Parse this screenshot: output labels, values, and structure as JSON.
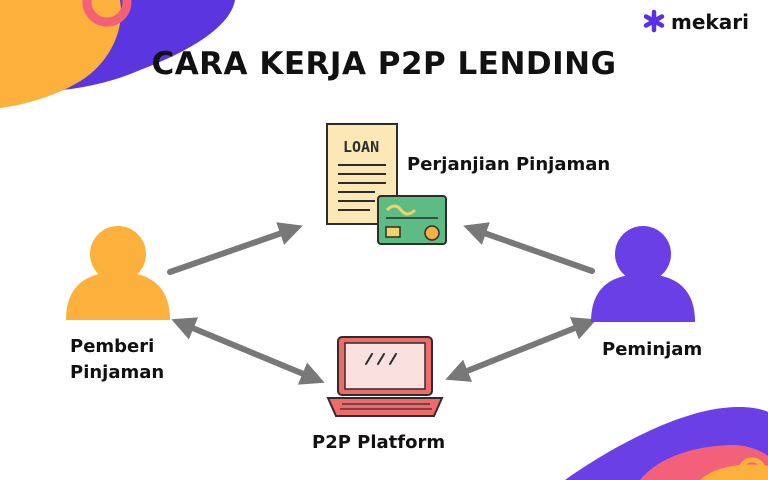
{
  "title": "CARA KERJA P2P LENDING",
  "brand": {
    "name": "mekari",
    "icon": "asterisk-icon",
    "color": "#5b2ee8"
  },
  "nodes": {
    "agreement": {
      "label": "Perjanjian Pinjaman",
      "doc_text": "LOAN",
      "icon": "loan-document-icon"
    },
    "lender": {
      "label_line1": "Pemberi",
      "label_line2": "Pinjaman",
      "icon": "person-icon",
      "color": "#fbb13c"
    },
    "borrower": {
      "label": "Peminjam",
      "icon": "person-icon",
      "color": "#6a3fe6"
    },
    "platform": {
      "label": "P2P Platform",
      "icon": "laptop-icon",
      "color": "#f06a6a"
    }
  },
  "colors": {
    "arrow": "#787878",
    "blob_orange": "#fbb13c",
    "blob_purple": "#6a3fe6",
    "blob_pink": "#f2607a"
  }
}
